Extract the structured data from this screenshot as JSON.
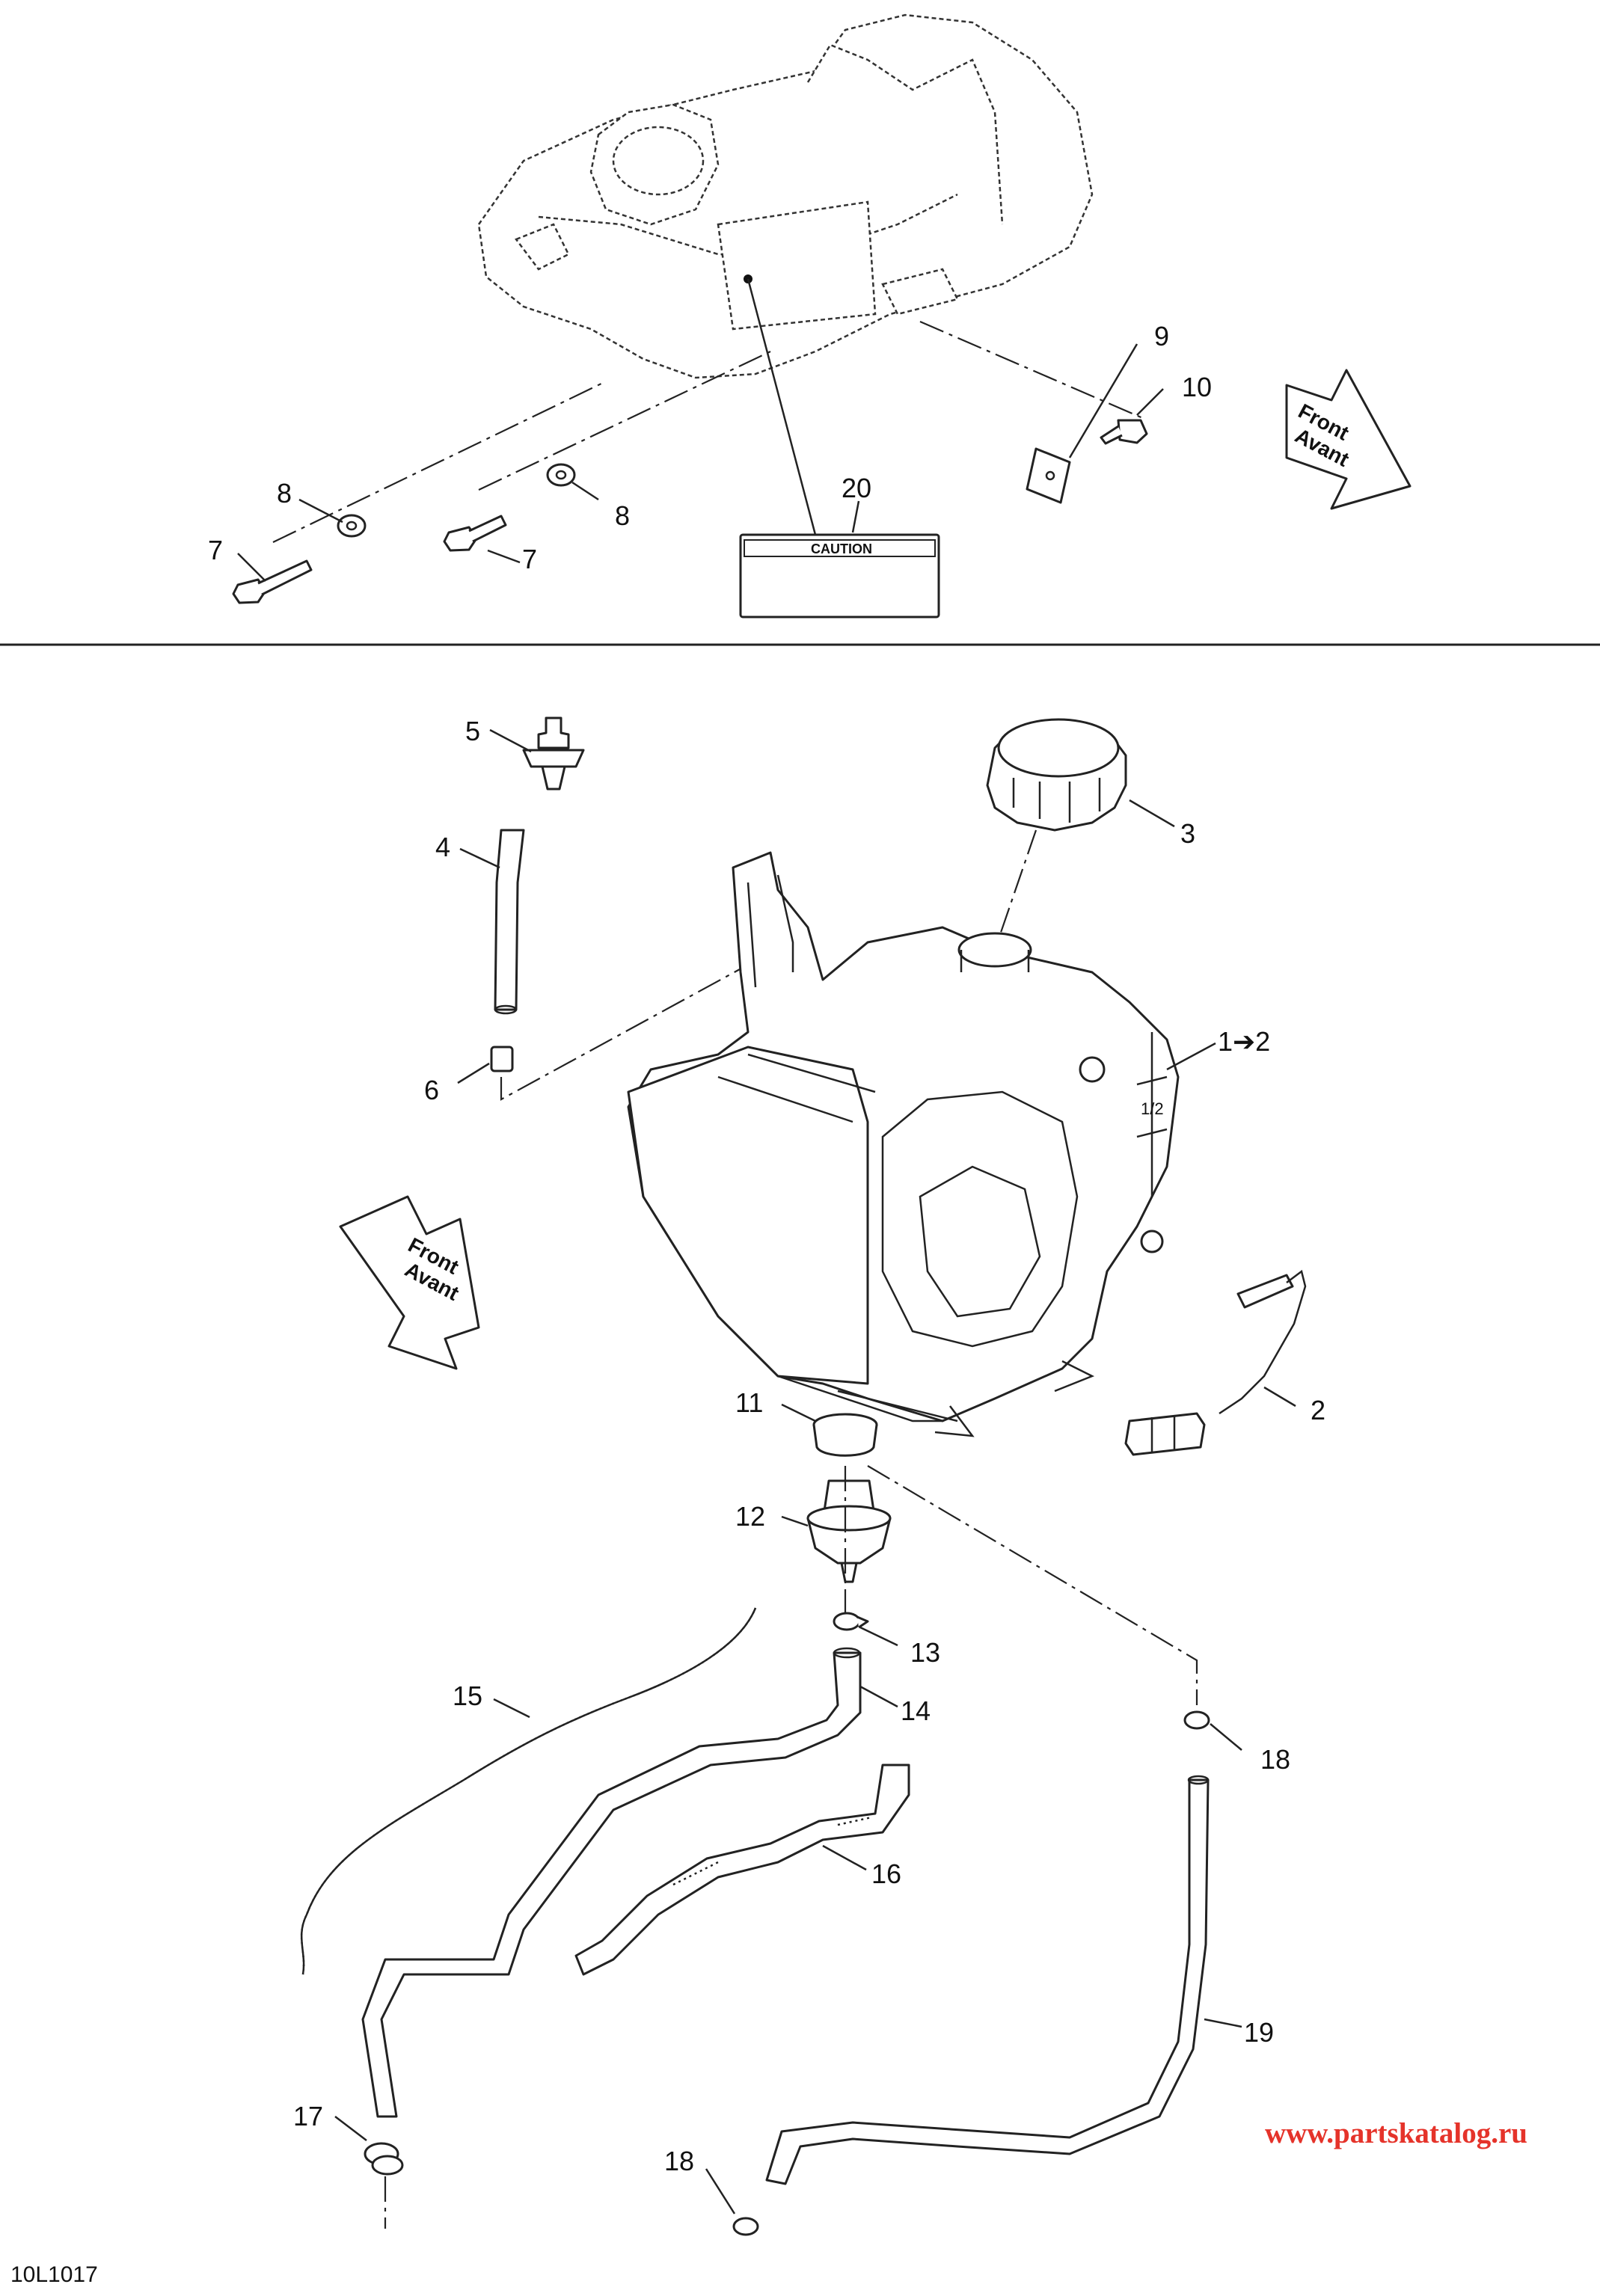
{
  "callouts": {
    "c1": "1➔2",
    "c2": "2",
    "c3": "3",
    "c4": "4",
    "c5": "5",
    "c6": "6",
    "c7a": "7",
    "c7b": "7",
    "c8a": "8",
    "c8b": "8",
    "c9": "9",
    "c10": "10",
    "c11": "11",
    "c12": "12",
    "c13": "13",
    "c14": "14",
    "c15": "15",
    "c16": "16",
    "c17": "17",
    "c18a": "18",
    "c18b": "18",
    "c19": "19",
    "c20": "20"
  },
  "labels": {
    "front_top_line1": "Front",
    "front_top_line2": "Avant",
    "front_mid_line1": "Front",
    "front_mid_line2": "Avant",
    "caution": "CAUTION",
    "gauge_half": "1/2"
  },
  "watermark": "www.partskatalog.ru",
  "figure_id": "10L1017"
}
